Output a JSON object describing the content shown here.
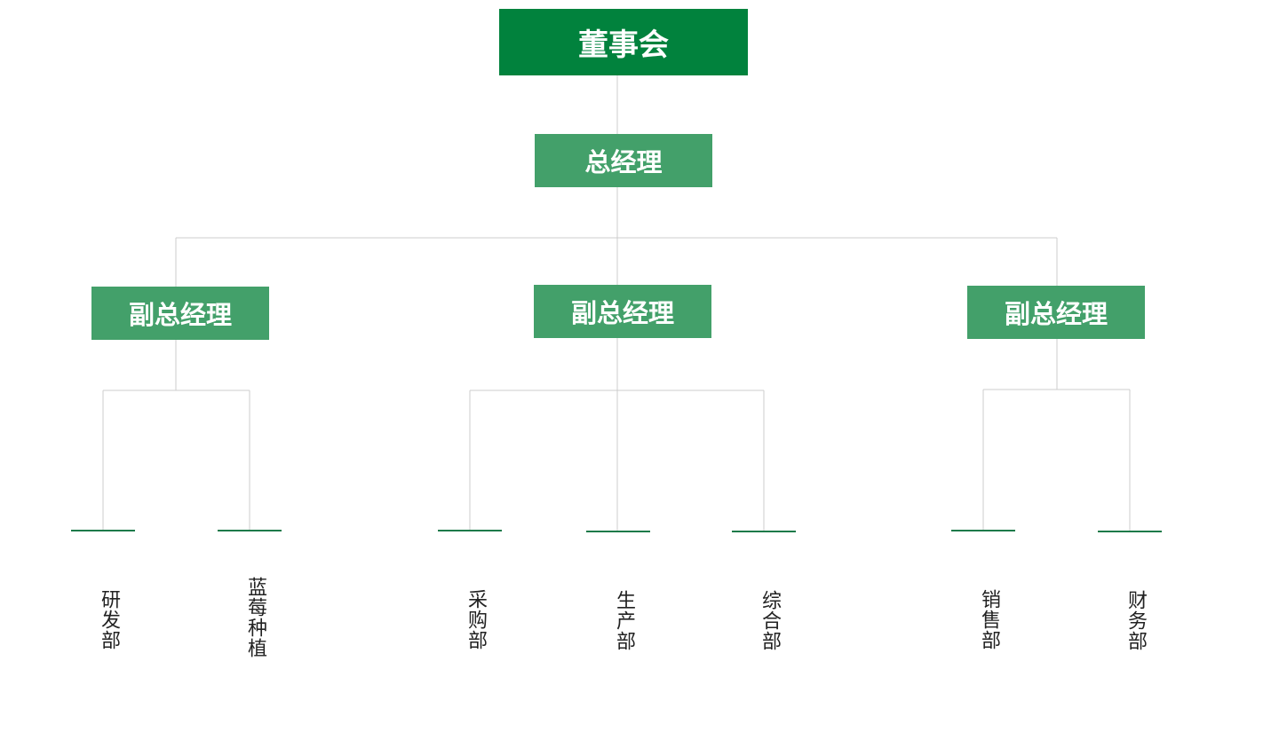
{
  "colors": {
    "primary": "#01823D",
    "secondary": "#43A06A",
    "connector": "#CCCCCC",
    "dept_bar": "#1D7A4A",
    "text_dark": "#222222"
  },
  "board": {
    "label": "董事会"
  },
  "general_manager": {
    "label": "总经理"
  },
  "vice_managers": [
    {
      "label": "副总经理"
    },
    {
      "label": "副总经理"
    },
    {
      "label": "副总经理"
    }
  ],
  "departments": [
    {
      "label": "研发部"
    },
    {
      "label": "蓝莓种植"
    },
    {
      "label": "采购部"
    },
    {
      "label": "生产部"
    },
    {
      "label": "综合部"
    },
    {
      "label": "销售部"
    },
    {
      "label": "财务部"
    }
  ]
}
